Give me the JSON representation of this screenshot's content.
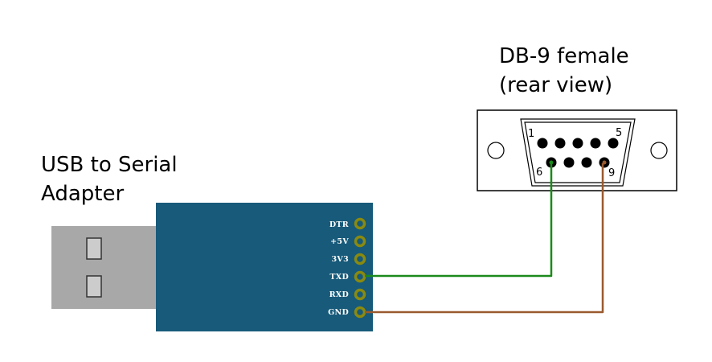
{
  "adapter": {
    "title_line1": "USB to Serial",
    "title_line2": "Adapter",
    "pins": [
      "DTR",
      "+5V",
      "3V3",
      "TXD",
      "RXD",
      "GND"
    ]
  },
  "db9": {
    "title_line1": "DB-9 female",
    "title_line2": "(rear view)",
    "pin_labels": {
      "p1": "1",
      "p5": "5",
      "p6": "6",
      "p9": "9"
    }
  },
  "colors": {
    "board": "#175a7a",
    "pad": "#8a8a10",
    "usb_plug": "#a8a8a8",
    "wire_txd": "#1a8a1a",
    "wire_gnd": "#9a5a2e"
  }
}
